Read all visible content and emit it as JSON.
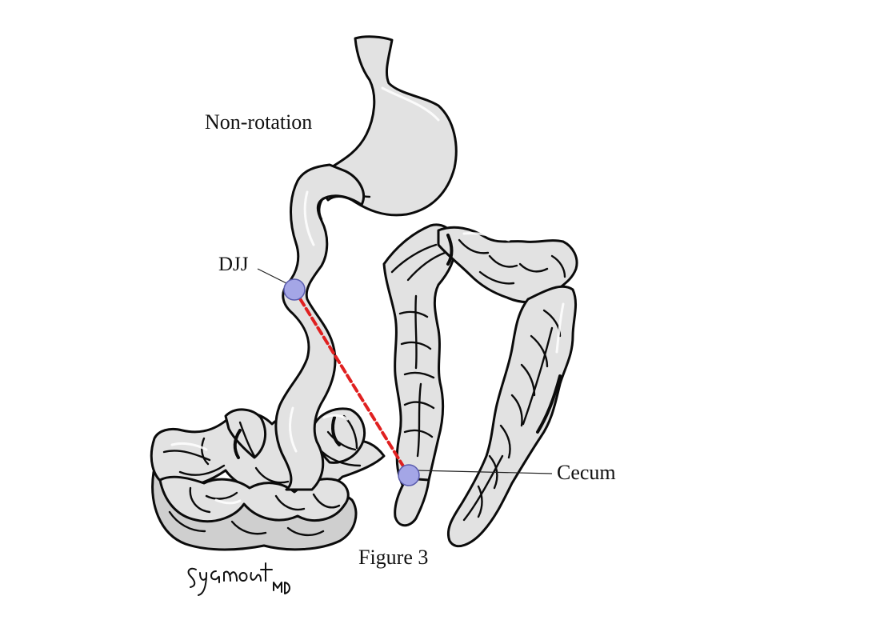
{
  "title": "Non-rotation",
  "labels": {
    "djj": "DJJ",
    "cecum": "Cecum"
  },
  "caption": "Figure 3",
  "signature": "syamont MD",
  "colors": {
    "bowel_fill": "#e2e2e2",
    "bowel_shadow": "#cfcfcf",
    "outline": "#0b0b0b",
    "marker_fill": "#a4a6e6",
    "marker_stroke": "#5a5cae",
    "connector": "#e02020"
  }
}
